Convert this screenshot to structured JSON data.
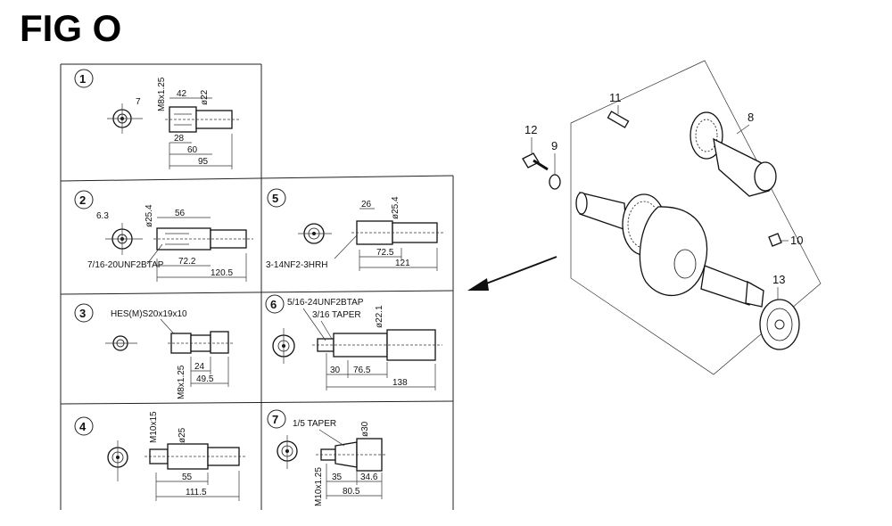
{
  "figure": {
    "title": "FIG O"
  },
  "panels": [
    {
      "number": "1",
      "dims": [
        "7",
        "M8x1.25",
        "42",
        "ø22",
        "28",
        "60",
        "95"
      ]
    },
    {
      "number": "2",
      "dims": [
        "6.3",
        "ø25.4",
        "56",
        "7/16-20UNF2BTAP",
        "72.2",
        "120.5"
      ]
    },
    {
      "number": "3",
      "dims": [
        "HES(M)S20x19x10",
        "M8x1.25",
        "24",
        "49.5"
      ]
    },
    {
      "number": "4",
      "dims": [
        "M10x15",
        "ø25",
        "55",
        "111.5"
      ]
    },
    {
      "number": "5",
      "dims": [
        "26",
        "ø25.4",
        "3-14NF2-3HRH",
        "72.5",
        "121"
      ]
    },
    {
      "number": "6",
      "dims": [
        "5/16-24UNF2BTAP",
        "3/16 TAPER",
        "ø22.1",
        "30",
        "76.5",
        "138"
      ]
    },
    {
      "number": "7",
      "dims": [
        "1/5 TAPER",
        "ø30",
        "M10x1.25",
        "35",
        "34.6",
        "80.5"
      ]
    }
  ],
  "callouts": [
    "11",
    "12",
    "9",
    "8",
    "10",
    "13"
  ]
}
